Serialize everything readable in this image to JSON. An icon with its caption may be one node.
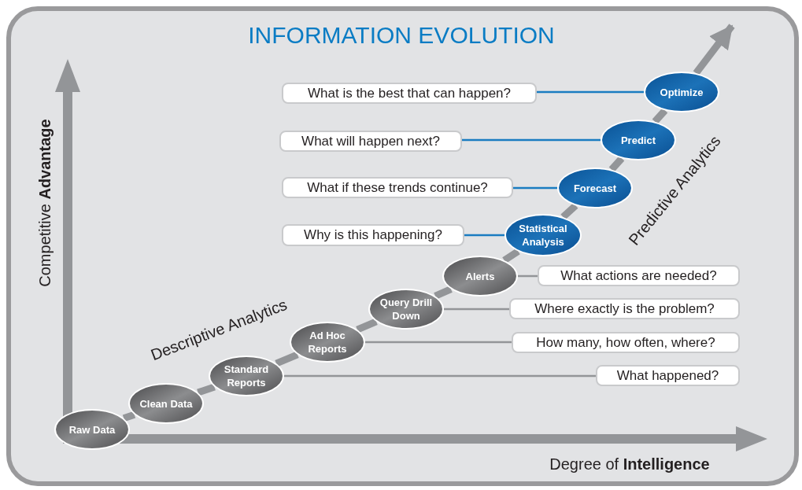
{
  "diagram": {
    "title": "INFORMATION EVOLUTION",
    "nodes": [
      {
        "text": [
          "Raw Data"
        ]
      },
      {
        "text": [
          "Clean Data"
        ]
      },
      {
        "text": [
          "Standard Reports"
        ]
      },
      {
        "text": [
          "Ad Hoc Reports"
        ]
      },
      {
        "text": [
          "Query Drill Down"
        ]
      },
      {
        "text": [
          "Alerts"
        ]
      },
      {
        "text": [
          "Statistical Analysis"
        ]
      },
      {
        "text": [
          "Forecast"
        ]
      },
      {
        "text": [
          "Predict"
        ]
      },
      {
        "text": [
          "Optimize"
        ]
      },
      {
        "text": [
          "What is the best that can happen?"
        ]
      },
      {
        "text": [
          "What will happen next?"
        ]
      },
      {
        "text": [
          "What if these trends continue?"
        ]
      },
      {
        "text": [
          "Why is this happening?"
        ]
      },
      {
        "text": [
          "What actions are needed?"
        ]
      },
      {
        "text": [
          "Where exactly is the problem?"
        ]
      },
      {
        "text": [
          "How many, how often, where?"
        ]
      },
      {
        "text": [
          "What happened?"
        ]
      }
    ],
    "edges": [
      {
        "from": 0,
        "to": 1,
        "arrow": "none"
      },
      {
        "from": 1,
        "to": 2,
        "arrow": "none"
      },
      {
        "from": 2,
        "to": 3,
        "arrow": "none"
      },
      {
        "from": 3,
        "to": 4,
        "arrow": "none"
      },
      {
        "from": 4,
        "to": 5,
        "arrow": "none"
      },
      {
        "from": 5,
        "to": 6,
        "arrow": "none"
      },
      {
        "from": 6,
        "to": 7,
        "arrow": "none"
      },
      {
        "from": 7,
        "to": 8,
        "arrow": "none"
      },
      {
        "from": 8,
        "to": 9,
        "arrow": "none"
      },
      {
        "from": 9,
        "to": null,
        "arrow": "to"
      },
      {
        "from": 10,
        "to": 9,
        "arrow": "none",
        "color": "#1a7cc1"
      },
      {
        "from": 11,
        "to": 8,
        "arrow": "none",
        "color": "#1a7cc1"
      },
      {
        "from": 12,
        "to": 7,
        "arrow": "none",
        "color": "#1a7cc1"
      },
      {
        "from": 13,
        "to": 6,
        "arrow": "none",
        "color": "#1a7cc1"
      },
      {
        "from": 14,
        "to": 5,
        "arrow": "none"
      },
      {
        "from": 15,
        "to": 4,
        "arrow": "none"
      },
      {
        "from": 16,
        "to": 3,
        "arrow": "none"
      },
      {
        "from": 17,
        "to": 2,
        "arrow": "none"
      }
    ],
    "labels": [
      "Competitive **Advantage**",
      "Degree of **Intelligence**",
      "Descriptive Analytics",
      "Predictive Analytics"
    ]
  }
}
